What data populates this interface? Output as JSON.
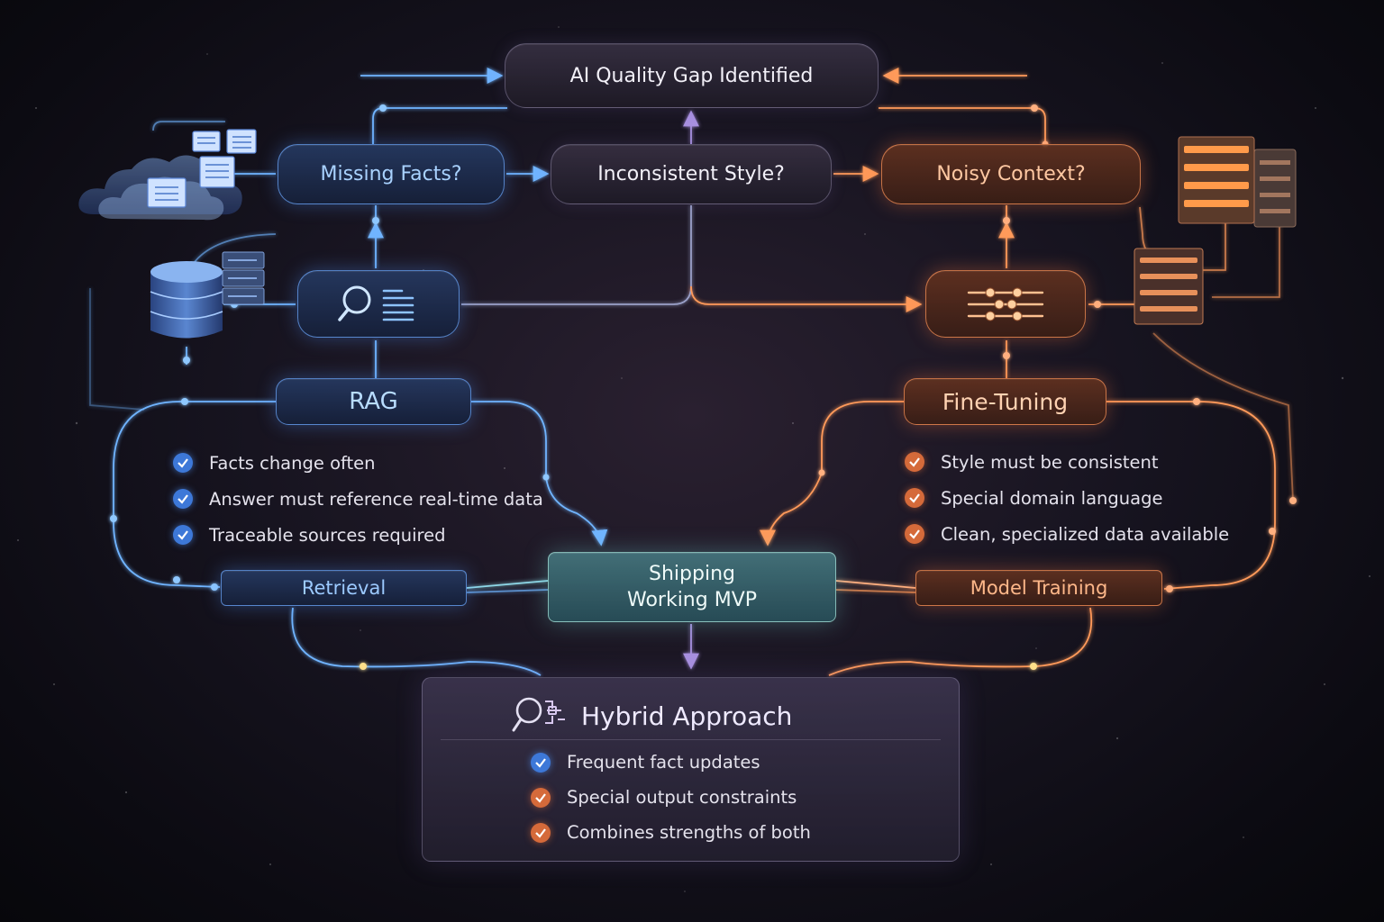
{
  "colors": {
    "blue_accent": "#5aa8ff",
    "orange_accent": "#ff8a4a",
    "teal_accent": "#8fd8d0",
    "purple_accent": "#9a7ad8",
    "background": "#141119"
  },
  "nodes": {
    "top": "AI Quality Gap Identified",
    "missing_facts": "Missing Facts?",
    "inconsistent_style": "Inconsistent Style?",
    "noisy_context": "Noisy Context?",
    "rag": "RAG",
    "fine_tuning": "Fine-Tuning",
    "retrieval": "Retrieval",
    "shipping_line1": "Shipping",
    "shipping_line2": "Working MVP",
    "model_training": "Model Training",
    "hybrid": "Hybrid Approach"
  },
  "rag_list": [
    "Facts change often",
    "Answer must reference real-time data",
    "Traceable sources required"
  ],
  "fine_tuning_list": [
    "Style must be consistent",
    "Special domain language",
    "Clean, specialized data available"
  ],
  "hybrid_list": [
    {
      "text": "Frequent fact updates",
      "check": "blue"
    },
    {
      "text": "Special output constraints",
      "check": "orange"
    },
    {
      "text": "Combines strengths of both",
      "check": "orange"
    }
  ],
  "icons": {
    "search_doc": "search-document-icon",
    "sliders": "sliders-icon",
    "database": "database-icon",
    "cloud_docs": "cloud-documents-icon",
    "servers": "server-stack-icon",
    "hybrid": "search-flow-icon"
  }
}
